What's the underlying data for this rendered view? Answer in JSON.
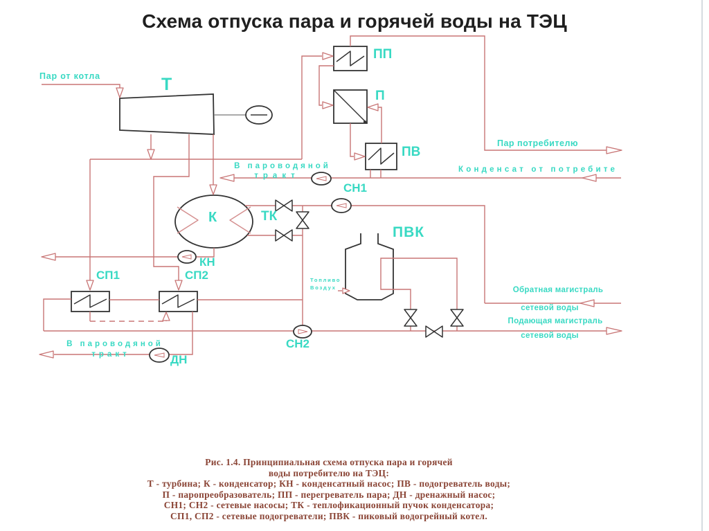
{
  "title": "Схема отпуска пара и горячей воды на ТЭЦ",
  "colors": {
    "title_ink": "#1f1f1f",
    "label_teal": "#38d9c3",
    "pipe_red": "#c87575",
    "equipment_ink": "#333333",
    "condenser_coil_pink": "#d48e8e",
    "caption_ink": "#8a4435",
    "slide_border_grey": "#d6dbe0"
  },
  "labels": {
    "steam_from_boiler": "Пар от котла",
    "steam_to_consumer": "Пар потребителю",
    "condensate_from_consumer": "Конденсат от потребите",
    "to_steam_water_tract_line1": "В пароводяной",
    "to_steam_water_tract_line2": "тракт",
    "return_main_line1": "Обратная магистраль",
    "return_main_line2": "сетевой воды",
    "supply_main_line1": "Подающая магистраль",
    "supply_main_line2": "сетевой воды",
    "fuel": "Топливо",
    "air": "Воздух"
  },
  "equipment": {
    "turbine": "Т",
    "superheater": "ПП",
    "steam_converter": "П",
    "water_heater": "ПВ",
    "condenser": "К",
    "heating_bundle": "ТК",
    "condensate_pump": "КН",
    "network_pump_1": "СН1",
    "network_pump_2": "СН2",
    "drain_pump": "ДН",
    "network_heater_1": "СП1",
    "network_heater_2": "СП2",
    "peak_boiler": "ПВК"
  },
  "caption": {
    "line1": "Рис. 1.4. Принципиальная схема отпуска пара и горячей",
    "line2": "воды потребителю на ТЭЦ:",
    "line3": "Т - турбина; К - конденсатор; КН - конденсатный насос; ПВ - подогреватель воды;",
    "line4": "П - паропреобразователь; ПП - перегреватель пара; ДН - дренажный насос;",
    "line5": "СН1; СН2 - сетевые насосы; ТК - теплофикационный пучок конденсатора;",
    "line6": "СП1, СП2 - сетевые подогреватели; ПВК - пиковый водогрейный котел."
  }
}
